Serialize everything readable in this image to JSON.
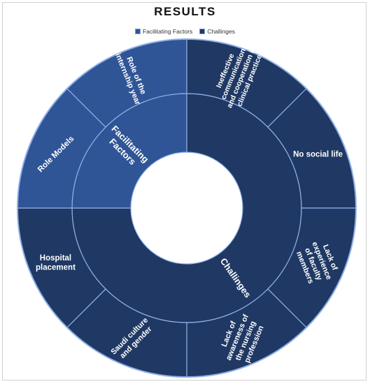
{
  "chart_data": {
    "type": "sunburst",
    "title": "RESULTS",
    "legend": {
      "placement": "top",
      "entries": [
        {
          "name": "Facilitating Factors",
          "color": "#2f5597"
        },
        {
          "name": "Challinges",
          "color": "#1f3864"
        }
      ]
    },
    "inner": [
      {
        "label": "Facilitating Factors",
        "value": 2,
        "color": "#2f5597"
      },
      {
        "label": "Challinges",
        "value": 6,
        "color": "#1f3864"
      }
    ],
    "outer": [
      {
        "label": "Role of the internship year",
        "parent": "Facilitating Factors",
        "value": 1,
        "color": "#2f5597"
      },
      {
        "label": "Role Models",
        "parent": "Facilitating Factors",
        "value": 1,
        "color": "#2f5597"
      },
      {
        "label": "Hospital placement",
        "parent": "Challinges",
        "value": 1,
        "color": "#1f3864"
      },
      {
        "label": "Saudi culture and gender",
        "parent": "Challinges",
        "value": 1,
        "color": "#1f3864"
      },
      {
        "label": "Lack of awareness of the nursing profession",
        "parent": "Challinges",
        "value": 1,
        "color": "#1f3864"
      },
      {
        "label": "Lack of experience of faculty members",
        "parent": "Challinges",
        "value": 1,
        "color": "#1f3864"
      },
      {
        "label": "No social life",
        "parent": "Challinges",
        "value": 1,
        "color": "#1f3864"
      },
      {
        "label": "Ineffective communication and cooperation in clinical practice",
        "parent": "Challinges",
        "value": 1,
        "color": "#1f3864"
      }
    ],
    "stroke_color": "#8fb0e6"
  }
}
